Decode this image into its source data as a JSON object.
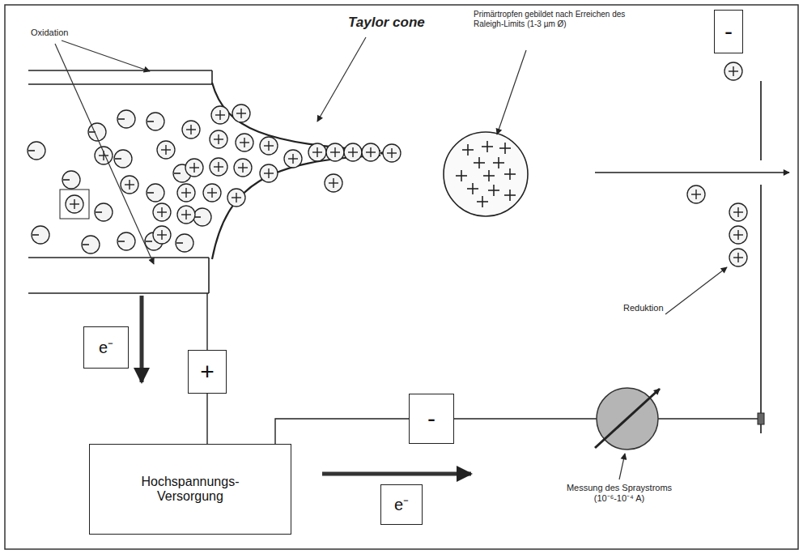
{
  "diagram": {
    "nodes": [
      {
        "text": [
          "-"
        ]
      },
      {
        "text": [
          "e⁻"
        ]
      },
      {
        "text": [
          "+"
        ]
      },
      {
        "text": [
          "Hochspannungs- Versorgung"
        ]
      },
      {
        "text": [
          "-"
        ]
      },
      {
        "text": [
          "e⁻"
        ]
      }
    ],
    "edges": [
      {
        "from": 2,
        "to": 3,
        "arrow": "none"
      },
      {
        "from": 3,
        "to": 4,
        "arrow": "none"
      }
    ],
    "labels": [
      "Oxidation",
      "Taylor cone",
      "Primärtropfen gebildet nach Erreichen des Raleigh-Limits (1-3 µm Ø)",
      "Reduktion",
      "Messung des Spraystroms (10⁻⁶-10⁻⁴ A)"
    ]
  }
}
